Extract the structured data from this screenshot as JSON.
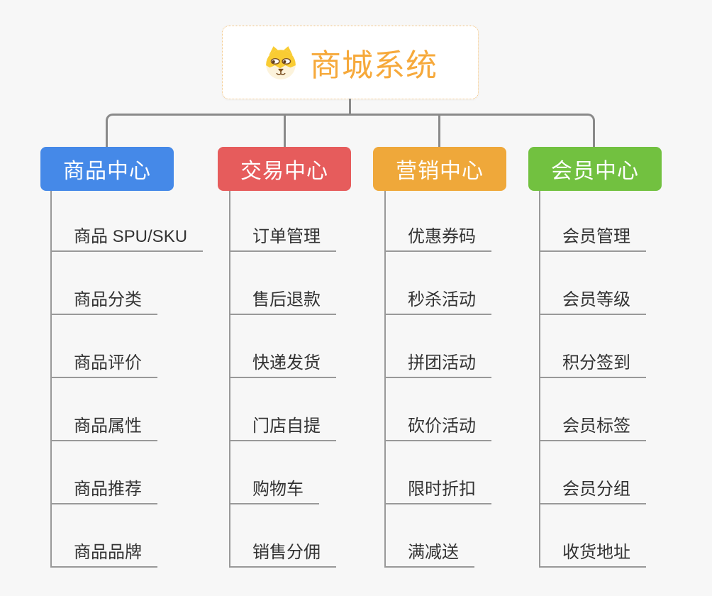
{
  "root": {
    "title": "商城系统",
    "icon": "dog-face-icon",
    "accent_color": "#F6A93B",
    "border_color": "#F2C27E"
  },
  "connector_color": "#8A8A8A",
  "leaf_line_color": "#999999",
  "leaf_text_color": "#333333",
  "branches": [
    {
      "label": "商品中心",
      "color": "#4589E8",
      "children": [
        "商品 SPU/SKU",
        "商品分类",
        "商品评价",
        "商品属性",
        "商品推荐",
        "商品品牌"
      ]
    },
    {
      "label": "交易中心",
      "color": "#E65C5C",
      "children": [
        "订单管理",
        "售后退款",
        "快递发货",
        "门店自提",
        "购物车",
        "销售分佣"
      ]
    },
    {
      "label": "营销中心",
      "color": "#EFA83A",
      "children": [
        "优惠券码",
        "秒杀活动",
        "拼团活动",
        "砍价活动",
        "限时折扣",
        "满减送"
      ]
    },
    {
      "label": "会员中心",
      "color": "#72C140",
      "children": [
        "会员管理",
        "会员等级",
        "积分签到",
        "会员标签",
        "会员分组",
        "收货地址"
      ]
    }
  ]
}
